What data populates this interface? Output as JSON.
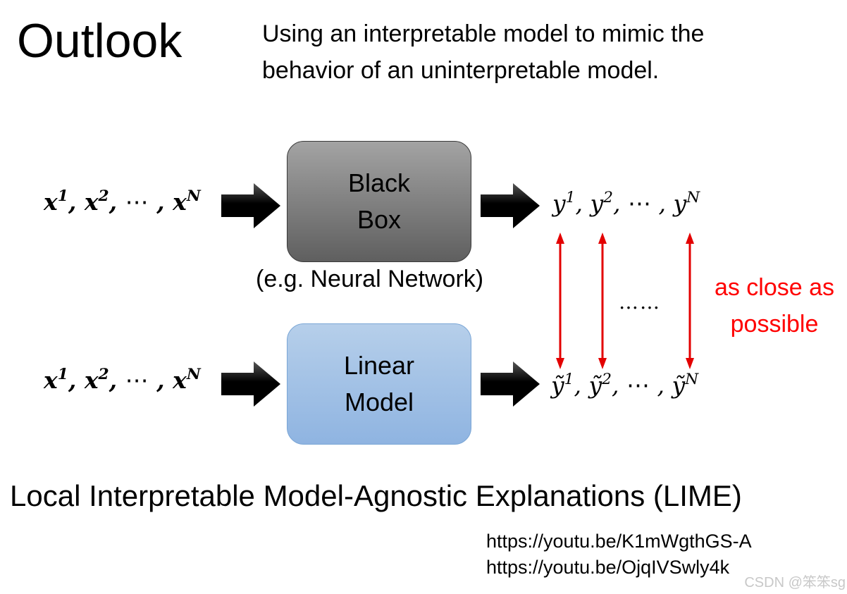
{
  "slide": {
    "title": "Outlook",
    "subtitle_line1": "Using an interpretable model to mimic the",
    "subtitle_line2": "behavior of an uninterpretable model."
  },
  "top_row": {
    "inputs": {
      "x1": "x",
      "s1": "1",
      "x2": "x",
      "s2": "2",
      "dots": "⋯",
      "xn": "x",
      "sn": "N"
    },
    "box_line1": "Black",
    "box_line2": "Box",
    "caption": "(e.g. Neural Network)",
    "outputs": {
      "y1": "y",
      "s1": "1",
      "y2": "y",
      "s2": "2",
      "dots": "⋯",
      "yn": "y",
      "sn": "N"
    }
  },
  "bottom_row": {
    "inputs": {
      "x1": "x",
      "s1": "1",
      "x2": "x",
      "s2": "2",
      "dots": "⋯",
      "xn": "x",
      "sn": "N"
    },
    "box_line1": "Linear",
    "box_line2": "Model",
    "outputs": {
      "y1": "ỹ",
      "s1": "1",
      "y2": "ỹ",
      "s2": "2",
      "dots": "⋯",
      "yn": "ỹ",
      "sn": "N"
    }
  },
  "middle": {
    "dots": "……",
    "note_line1": "as close as",
    "note_line2": "possible"
  },
  "footer": {
    "lime": "Local Interpretable Model-Agnostic Explanations (LIME)",
    "link1": "https://youtu.be/K1mWgthGS-A",
    "link2": "https://youtu.be/OjqIVSwly4k",
    "watermark": "CSDN @笨笨sg"
  },
  "colors": {
    "arrow": "#000000",
    "double_arrow": "#e30000",
    "note": "#ff0000",
    "black_box_top": "#a3a3a3",
    "black_box_bottom": "#5f5f5f",
    "linear_box_top": "#b6cfea",
    "linear_box_bottom": "#8fb4e1"
  }
}
